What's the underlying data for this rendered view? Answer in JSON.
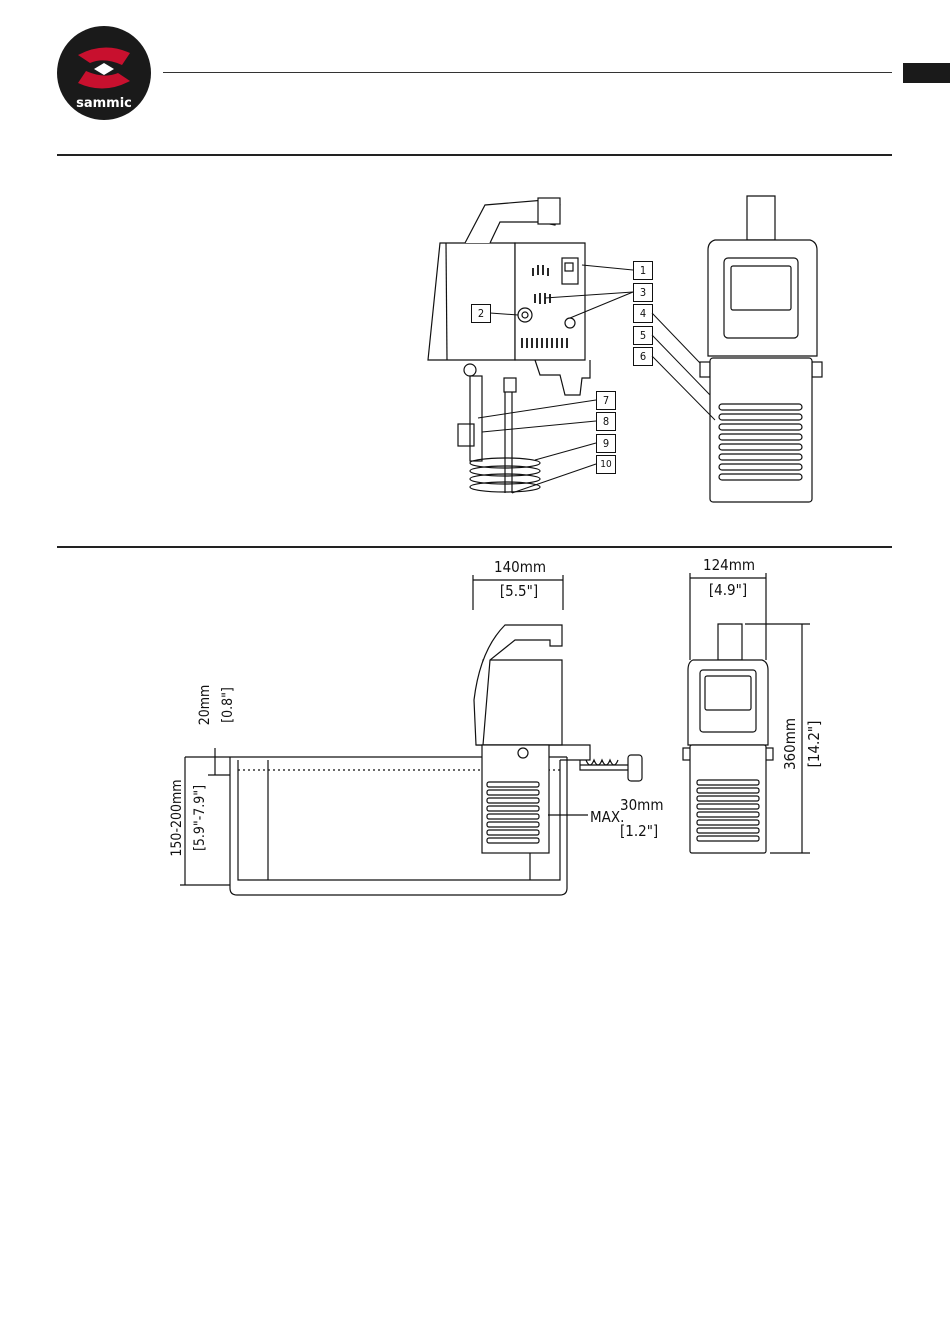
{
  "brand": {
    "logo_text": "sammic",
    "logo_color": "#c8102e",
    "logo_bg": "#1a1a1a"
  },
  "tab_color": "#1a1a1a",
  "part_callouts": [
    "1",
    "2",
    "3",
    "4",
    "5",
    "6",
    "7",
    "8",
    "9",
    "10"
  ],
  "dimensions": {
    "width_side": {
      "metric": "140mm",
      "imperial": "[5.5\"]"
    },
    "width_front": {
      "metric": "124mm",
      "imperial": "[4.9\"]"
    },
    "height": {
      "metric": "360mm",
      "imperial": "[14.2\"]"
    },
    "clearance": {
      "metric": "20mm",
      "imperial": "[0.8\"]"
    },
    "depth": {
      "metric": "150-200mm",
      "imperial": "[5.9\"-7.9\"]"
    },
    "max_level": {
      "label": "MAX.",
      "metric": "30mm",
      "imperial": "[1.2\"]"
    }
  }
}
